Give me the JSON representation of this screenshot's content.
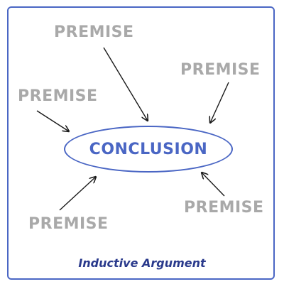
{
  "diagram": {
    "conclusion": "CONCLUSION",
    "caption": "Inductive Argument",
    "premises": [
      "PREMISE",
      "PREMISE",
      "PREMISE",
      "PREMISE",
      "PREMISE"
    ]
  },
  "colors": {
    "frame": "#4a66c4",
    "premise_text": "#a9a9a9",
    "conclusion_text": "#4a66c4",
    "caption_text": "#2a3a8c",
    "arrow": "#1a1a1a"
  }
}
